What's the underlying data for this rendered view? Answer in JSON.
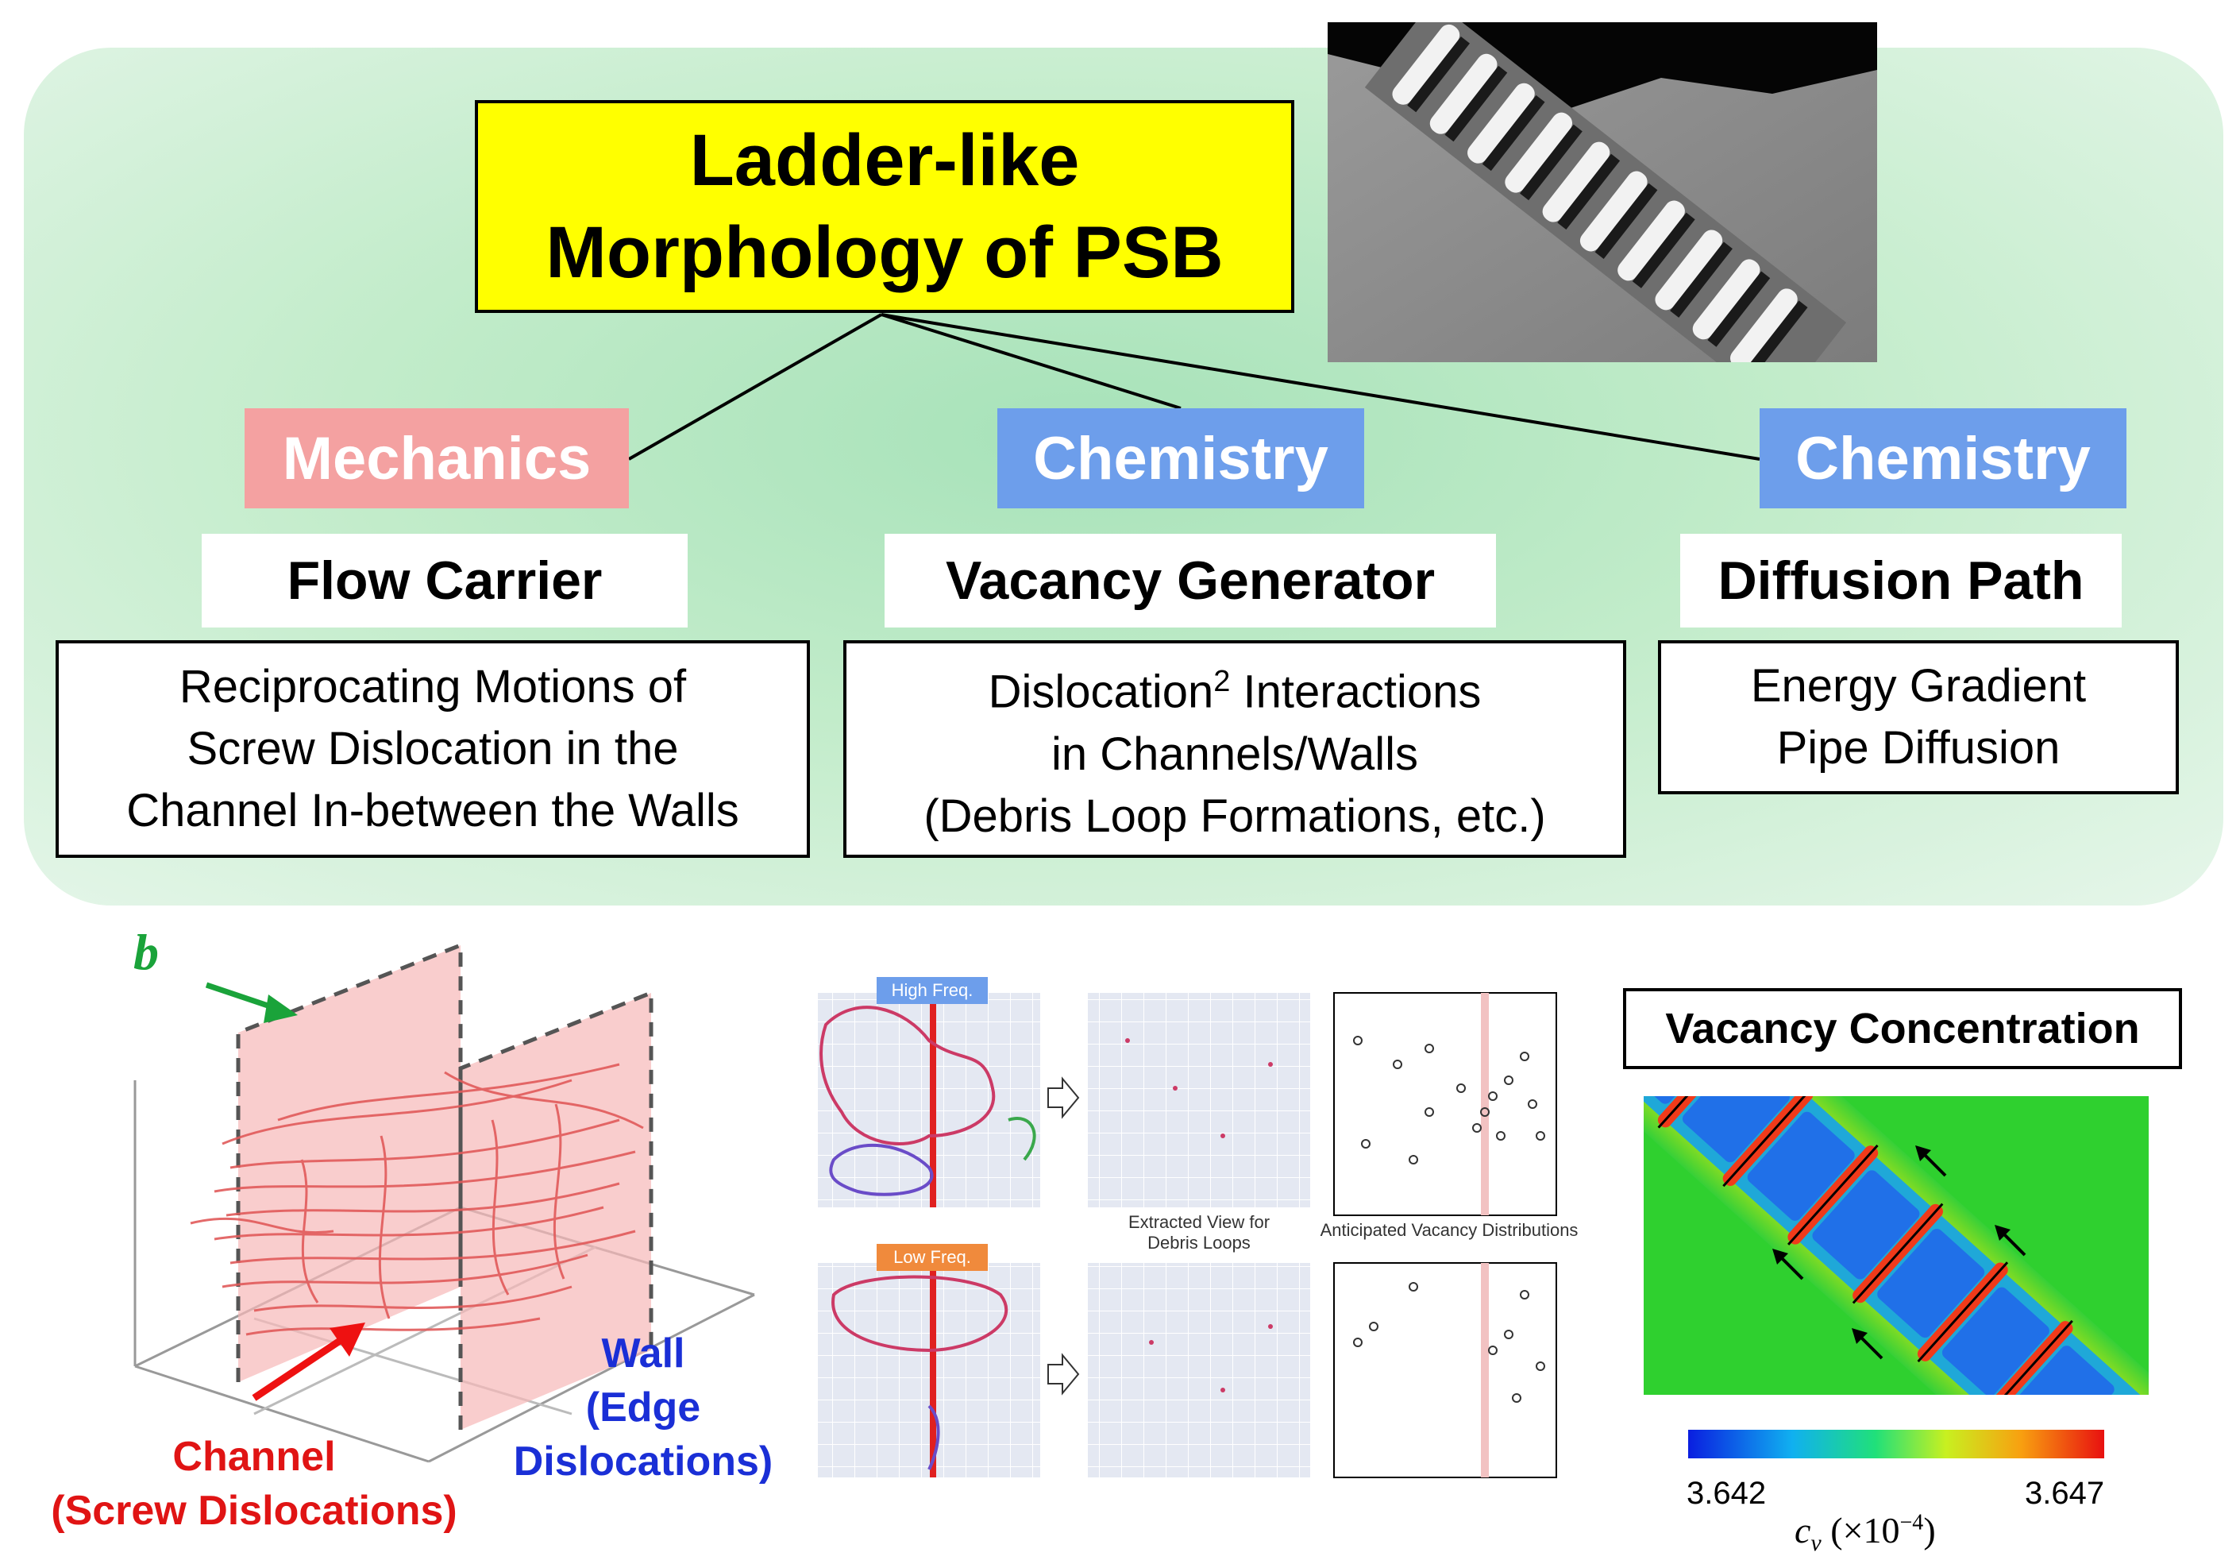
{
  "title": {
    "line1": "Ladder-like",
    "line2": "Morphology of PSB"
  },
  "tags": {
    "mechanics": "Mechanics",
    "chemistry_1": "Chemistry",
    "chemistry_2": "Chemistry"
  },
  "subtitles": {
    "flow": "Flow Carrier",
    "vacancy": "Vacancy Generator",
    "diffusion": "Diffusion Path"
  },
  "descriptions": {
    "flow": [
      "Reciprocating Motions of",
      "Screw Dislocation in the",
      "Channel In-between the Walls"
    ],
    "vacancy": {
      "line1_prefix": "Dislocation",
      "line1_sup": "2",
      "line1_suffix": " Interactions",
      "line2": "in Channels/Walls",
      "line3": "(Debris Loop Formations, etc.)"
    },
    "diffusion": [
      "Energy Gradient",
      "Pipe Diffusion"
    ]
  },
  "schematic": {
    "burgers": "b",
    "channel": [
      "Channel",
      "(Screw Dislocations)"
    ],
    "wall": [
      "Wall",
      "(Edge",
      "Dislocations)"
    ]
  },
  "simulation": {
    "high_freq": "High Freq.",
    "low_freq": "Low Freq.",
    "extracted_view": [
      "Extracted View for",
      "Debris Loops"
    ],
    "anticipated": "Anticipated Vacancy Distributions"
  },
  "vacancy_map": {
    "title": "Vacancy Concentration",
    "min": "3.642",
    "max": "3.647",
    "unit_symbol": "c",
    "unit_sub": "v",
    "unit_scale": "(×10",
    "unit_exp": "−4",
    "unit_close": ")"
  },
  "colors": {
    "tag_mechanics": "#f4a1a1",
    "tag_chemistry": "#6d9eeb",
    "title_bg": "#ffff00",
    "panel": "#b9e8c4"
  }
}
